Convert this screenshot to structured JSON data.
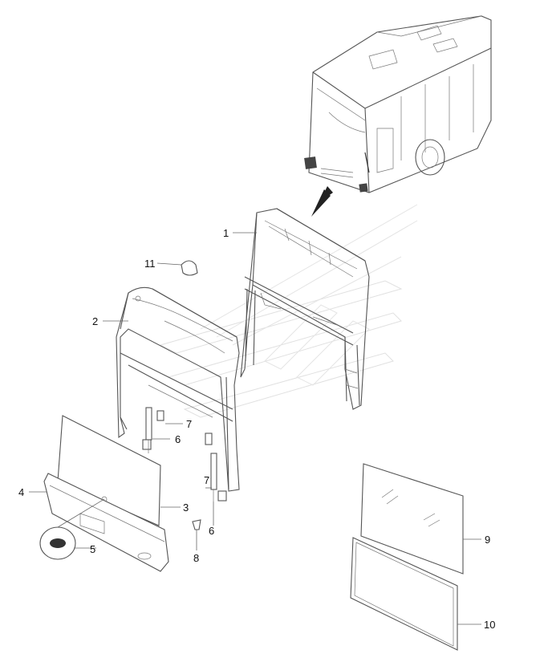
{
  "diagram": {
    "callouts": [
      {
        "id": "1",
        "text": "1"
      },
      {
        "id": "2",
        "text": "2"
      },
      {
        "id": "3",
        "text": "3"
      },
      {
        "id": "4",
        "text": "4"
      },
      {
        "id": "5",
        "text": "5"
      },
      {
        "id": "6a",
        "text": "6"
      },
      {
        "id": "6b",
        "text": "6"
      },
      {
        "id": "7a",
        "text": "7"
      },
      {
        "id": "7b",
        "text": "7"
      },
      {
        "id": "8",
        "text": "8"
      },
      {
        "id": "9",
        "text": "9"
      },
      {
        "id": "10",
        "text": "10"
      },
      {
        "id": "11",
        "text": "11"
      }
    ]
  }
}
